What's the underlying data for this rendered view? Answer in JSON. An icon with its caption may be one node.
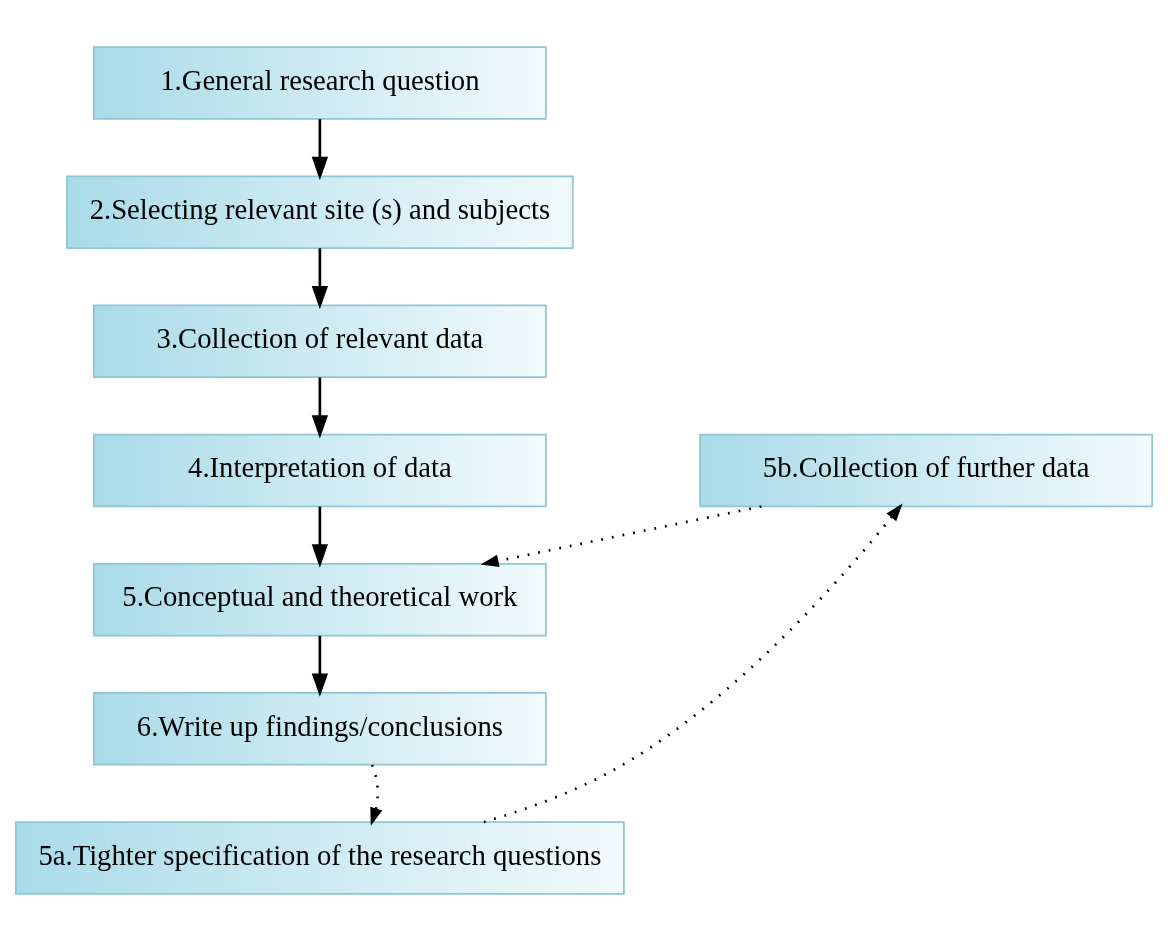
{
  "diagram": {
    "nodes": [
      {
        "text": [
          "1.General research question"
        ]
      },
      {
        "text": [
          "2.Selecting relevant site (s) and subjects"
        ]
      },
      {
        "text": [
          "3.Collection of relevant data"
        ]
      },
      {
        "text": [
          "4.Interpretation of data"
        ]
      },
      {
        "text": [
          "5.Conceptual and theoretical work"
        ]
      },
      {
        "text": [
          "6.Write up findings/conclusions"
        ]
      },
      {
        "text": [
          "5b.Collection of further data"
        ]
      },
      {
        "text": [
          "5a.Tighter specification of the research questions"
        ]
      }
    ],
    "edges": [
      {
        "from": 0,
        "to": 1,
        "arrow": "to"
      },
      {
        "from": 1,
        "to": 2,
        "arrow": "to"
      },
      {
        "from": 2,
        "to": 3,
        "arrow": "to"
      },
      {
        "from": 3,
        "to": 4,
        "arrow": "to"
      },
      {
        "from": 4,
        "to": 5,
        "arrow": "to"
      },
      {
        "from": 6,
        "to": 4,
        "arrow": "to",
        "style": "dashed"
      },
      {
        "from": 5,
        "to": 7,
        "arrow": "to",
        "style": "dashed"
      },
      {
        "from": 7,
        "to": 6,
        "arrow": "to",
        "style": "dashed"
      }
    ]
  }
}
